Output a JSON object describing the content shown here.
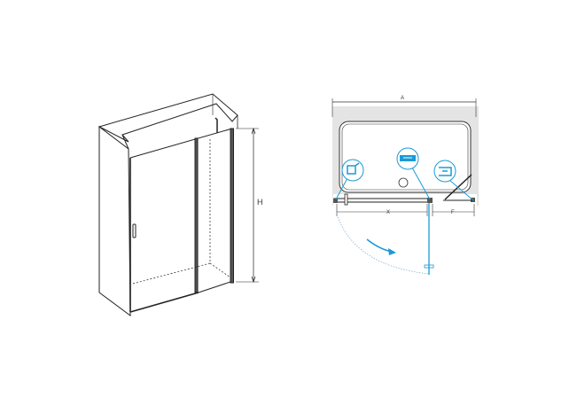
{
  "perspective_view": {
    "height_label": "H"
  },
  "plan_view": {
    "width_label": "A",
    "door_width_label": "X",
    "fixed_panel_label": "F"
  },
  "colors": {
    "accent_blue": "#1a9ad6",
    "line": "#222222",
    "wall_grey": "#e4e4e4"
  }
}
